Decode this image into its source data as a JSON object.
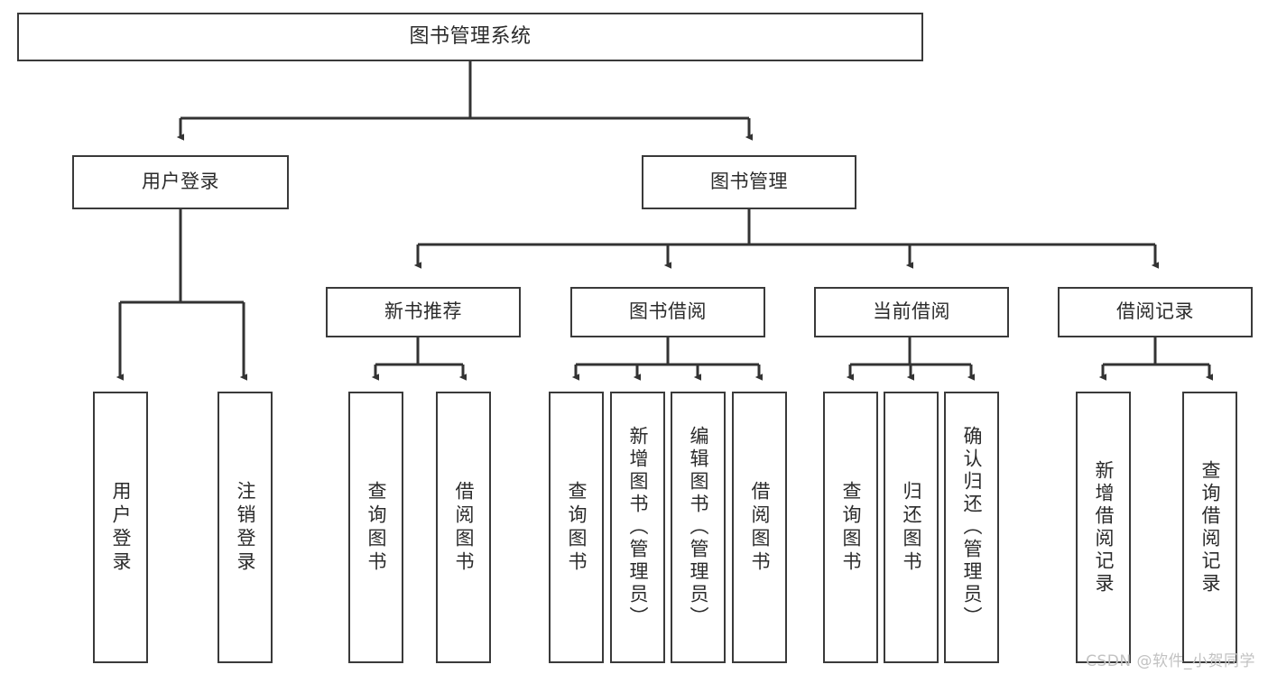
{
  "diagram": {
    "type": "tree",
    "title": "图书管理系统",
    "orientation": "top-down",
    "colors": {
      "box_border": "#3a3a3a",
      "box_fill": "#ffffff",
      "connector": "#333333",
      "text": "#2b2b2b",
      "watermark": "#c2c2c2",
      "background": "#ffffff"
    },
    "watermark": "CSDN @软件_小贺同学",
    "nodes": {
      "root": {
        "label": "图书管理系统"
      },
      "level1": [
        {
          "label": "用户登录"
        },
        {
          "label": "图书管理"
        }
      ],
      "level2": [
        {
          "label": "新书推荐"
        },
        {
          "label": "图书借阅"
        },
        {
          "label": "当前借阅"
        },
        {
          "label": "借阅记录"
        }
      ],
      "leaves": {
        "user_login": [
          {
            "label": "用户登录"
          },
          {
            "label": "注销登录"
          }
        ],
        "new_book": [
          {
            "label": "查询图书"
          },
          {
            "label": "借阅图书"
          }
        ],
        "book_borrow": [
          {
            "label": "查询图书"
          },
          {
            "label": "新增图书（管理员）"
          },
          {
            "label": "编辑图书（管理员）"
          },
          {
            "label": "借阅图书"
          }
        ],
        "current_borrow": [
          {
            "label": "查询图书"
          },
          {
            "label": "归还图书"
          },
          {
            "label": "确认归还（管理员）"
          }
        ],
        "borrow_record": [
          {
            "label": "新增借阅记录"
          },
          {
            "label": "查询借阅记录"
          }
        ]
      }
    }
  }
}
